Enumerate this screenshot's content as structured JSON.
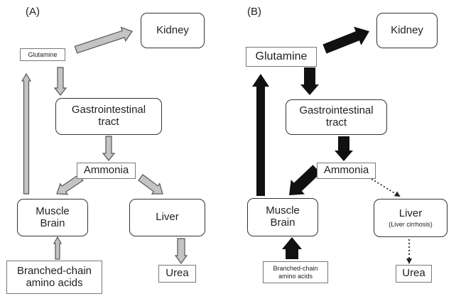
{
  "panels": [
    {
      "label": "(A)",
      "nodes": {
        "kidney": "Kidney",
        "glutamine": "Glutamine",
        "gi_tract": "Gastrointestinal\ntract",
        "ammonia": "Ammonia",
        "muscle_brain": "Muscle\nBrain",
        "liver": "Liver",
        "urea": "Urea",
        "bcaa": "Branched-chain\namino acids"
      },
      "arrow_style": {
        "fill": "#c4c4c4",
        "stroke": "#555555"
      }
    },
    {
      "label": "(B)",
      "nodes": {
        "kidney": "Kidney",
        "glutamine": "Glutamine",
        "gi_tract": "Gastrointestinal\ntract",
        "ammonia": "Ammonia",
        "muscle_brain": "Muscle\nBrain",
        "liver": "Liver",
        "liver_note": "(Liver cirrhosis)",
        "urea": "Urea",
        "bcaa": "Branched-chain\namino acids"
      },
      "arrow_style": {
        "fill": "#111111",
        "dotted": "#222222"
      }
    }
  ],
  "edges": [
    {
      "from": "glutamine",
      "to": "kidney"
    },
    {
      "from": "glutamine",
      "to": "gi_tract"
    },
    {
      "from": "gi_tract",
      "to": "ammonia"
    },
    {
      "from": "ammonia",
      "to": "muscle_brain"
    },
    {
      "from": "ammonia",
      "to": "liver",
      "panel_b_style": "dotted"
    },
    {
      "from": "muscle_brain",
      "to": "glutamine"
    },
    {
      "from": "liver",
      "to": "urea",
      "panel_b_style": "dotted"
    },
    {
      "from": "bcaa",
      "to": "muscle_brain"
    }
  ]
}
